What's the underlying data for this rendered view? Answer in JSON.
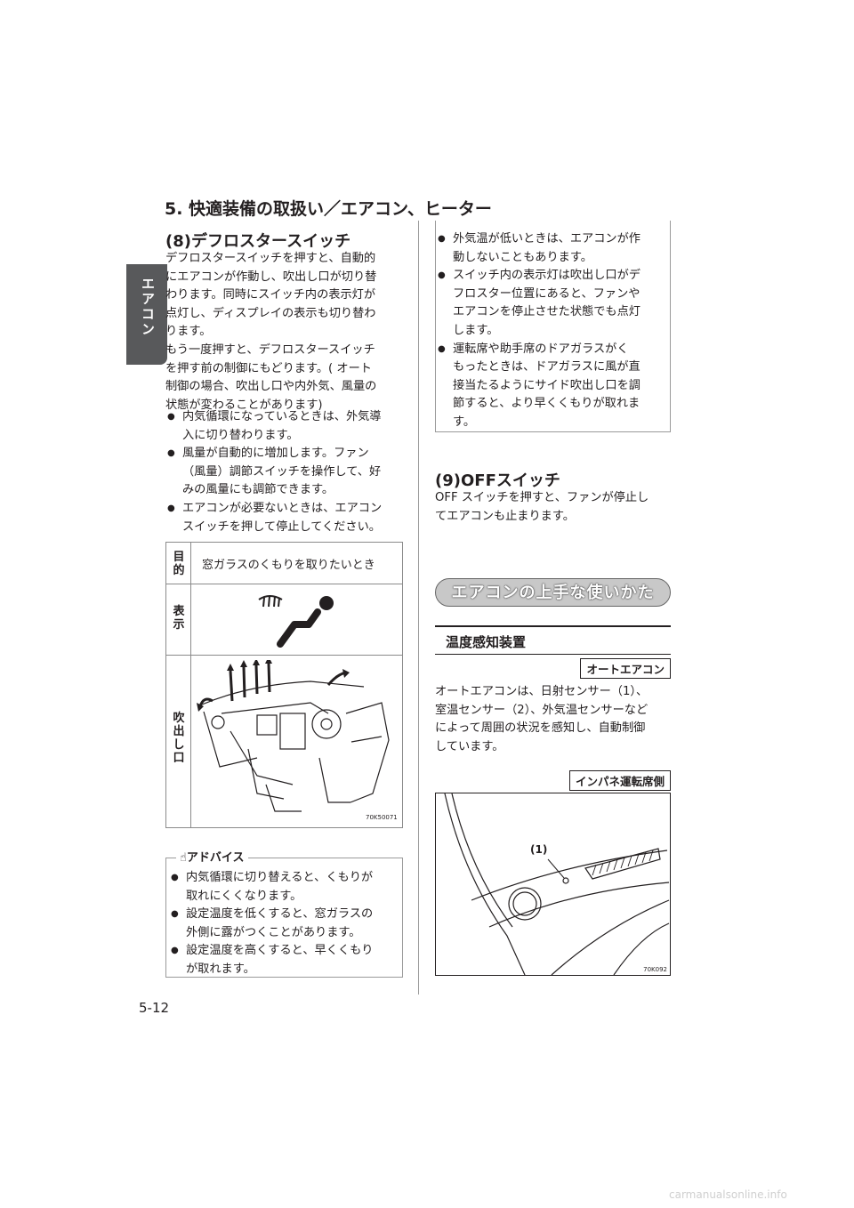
{
  "side_tab": "エアコン",
  "page_heading": "5. 快適装備の取扱い／エアコン、ヒーター",
  "section8": {
    "title": "(8)デフロスタースイッチ",
    "paragraph1": [
      "デフロスタースイッチを押すと、自動的",
      "にエアコンが作動し、吹出し口が切り替",
      "わります。同時にスイッチ内の表示灯が",
      "点灯し、ディスプレイの表示も切り替わ",
      "ります。"
    ],
    "paragraph2": [
      "もう一度押すと、デフロスタースイッチ",
      "を押す前の制御にもどります。( オート",
      "制御の場合、吹出し口や内外気、風量の",
      "状態が変わることがあります)"
    ],
    "bullets": [
      [
        "内気循環になっているときは、外気導",
        "入に切り替わります。"
      ],
      [
        "風量が自動的に増加します。ファン",
        "（風量）調節スイッチを操作して、好",
        "みの風量にも調節できます。"
      ],
      [
        "エアコンが必要ないときは、エアコン",
        "スイッチを押して停止してください。"
      ]
    ]
  },
  "table": {
    "row1_label": "目的",
    "row1_text": "窓ガラスのくもりを取りたいとき",
    "row2_label": "表示",
    "row3_label": "吹出し口",
    "figure_code": "70K50071"
  },
  "advice": {
    "title": "アドバイス",
    "bullets": [
      [
        "内気循環に切り替えると、くもりが",
        "取れにくくなります。"
      ],
      [
        "設定温度を低くすると、窓ガラスの",
        "外側に露がつくことがあります。"
      ],
      [
        "設定温度を高くすると、早くくもり",
        "が取れます。"
      ]
    ]
  },
  "right_notes": [
    [
      "外気温が低いときは、エアコンが作",
      "動しないこともあります。"
    ],
    [
      "スイッチ内の表示灯は吹出し口がデ",
      "フロスター位置にあると、ファンや",
      "エアコンを停止させた状態でも点灯",
      "します。"
    ],
    [
      "運転席や助手席のドアガラスがく",
      "もったときは、ドアガラスに風が直",
      "接当たるようにサイド吹出し口を調",
      "節すると、より早くくもりが取れま",
      "す。"
    ]
  ],
  "section9": {
    "title": "(9)OFFスイッチ",
    "text": [
      "OFF スイッチを押すと、ファンが停止し",
      "てエアコンも止まります。"
    ]
  },
  "tips_pill": "エアコンの上手な使いかた",
  "sensor": {
    "subhead": "温度感知装置",
    "tag": "オートエアコン",
    "text": [
      "オートエアコンは、日射センサー（1）、",
      "室温センサー（2）、外気温センサーなど",
      "によって周囲の状況を感知し、自動制御",
      "しています。"
    ],
    "tag2": "インパネ運転席側",
    "callout": "(1)",
    "figure_code": "70K092"
  },
  "page_number": "5-12",
  "footer_url": "carmanualsonline.info"
}
